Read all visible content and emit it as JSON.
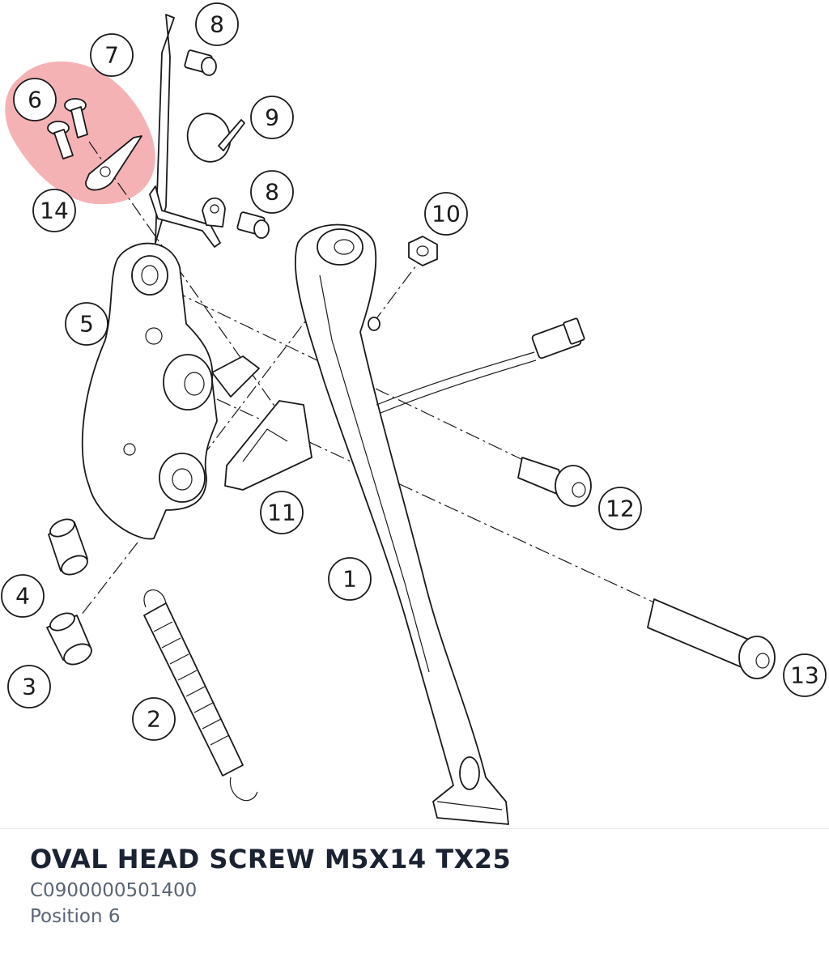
{
  "diagram": {
    "highlight_color": "#e8555a",
    "callouts": [
      "1",
      "2",
      "3",
      "4",
      "5",
      "6",
      "7",
      "8",
      "8",
      "9",
      "10",
      "11",
      "12",
      "13",
      "14"
    ]
  },
  "part": {
    "name": "OVAL HEAD SCREW M5X14 TX25",
    "number": "C0900000501400",
    "position": "Position 6"
  }
}
